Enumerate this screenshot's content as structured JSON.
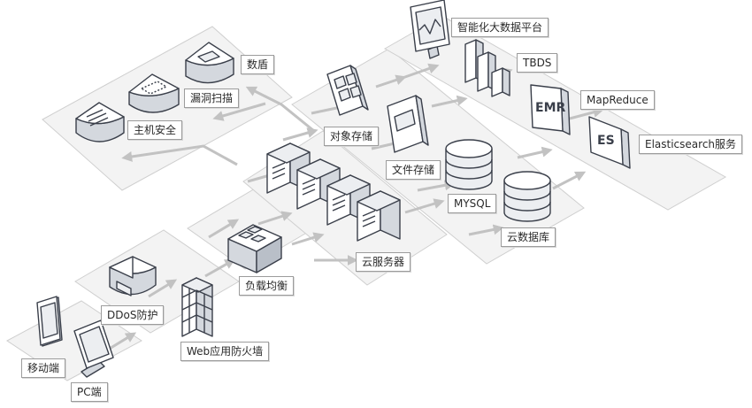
{
  "labels": {
    "dsp": "智能化大数据平台",
    "tbds": "TBDS",
    "mapreduce": "MapReduce",
    "es": "Elasticsearch服务",
    "shudun": "数盾",
    "scan": "漏洞扫描",
    "hostsec": "主机安全",
    "objstore": "对象存储",
    "filestore": "文件存储",
    "mysql": "MYSQL",
    "clouddb": "云数据库",
    "cvm": "云服务器",
    "lb": "负载均衡",
    "ddos": "DDoS防护",
    "waf": "Web应用防火墙",
    "mobile": "移动端",
    "pc": "PC端"
  },
  "icons": {
    "emr": "EMR",
    "es": "ES"
  }
}
